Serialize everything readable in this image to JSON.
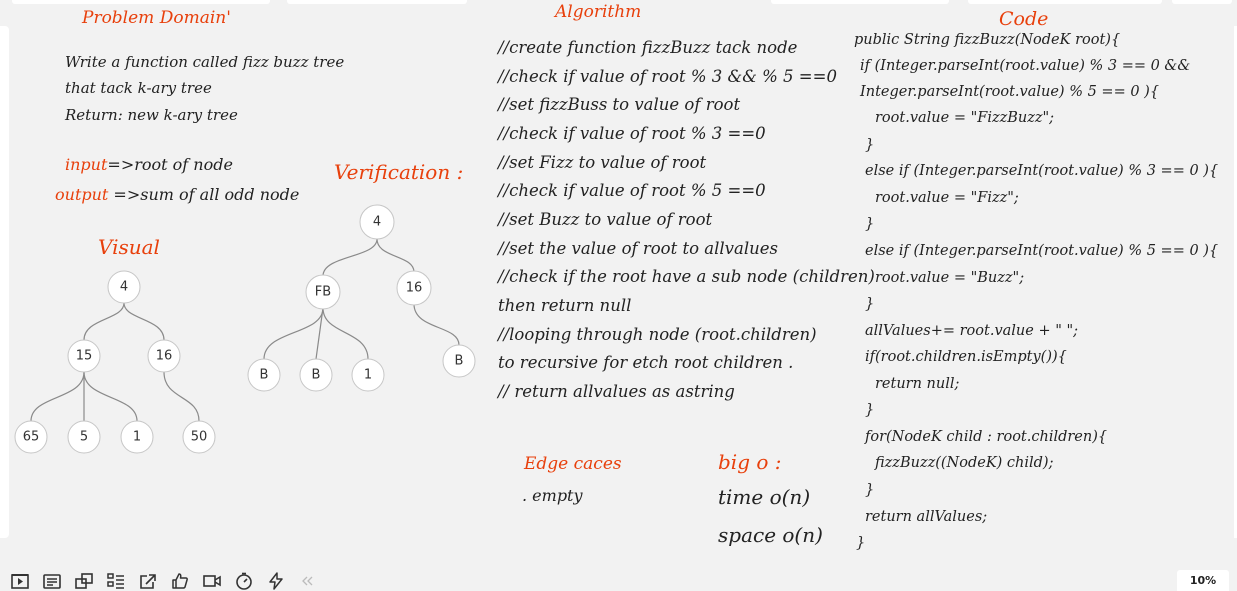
{
  "problem_domain": {
    "heading": "Problem Domain'",
    "lines": [
      "Write a function called fizz buzz tree",
      "that tack k-ary tree",
      "Return: new k-ary tree"
    ],
    "input_label": "input",
    "input_text": "=>root of node",
    "output_label": "output",
    "output_text": " =>sum of all odd node"
  },
  "visual": {
    "heading": "Visual",
    "nodes": [
      "4",
      "15",
      "16",
      "65",
      "5",
      "1",
      "50"
    ]
  },
  "verification": {
    "heading": "Verification :",
    "nodes": [
      "4",
      "FB",
      "16",
      "B",
      "B",
      "1",
      "B"
    ]
  },
  "algorithm": {
    "heading": "Algorithm",
    "lines": [
      "//create function fizzBuzz  tack node",
      "//check if value of root % 3 && % 5 ==0",
      "//set  fizzBuss to value of root",
      " //check if value of root % 3 ==0",
      "//set Fizz to value of root",
      "//check if value of root % 5 ==0",
      "//set Buzz to value of root",
      "//set the value of root to allvalues",
      "//check if the root have a sub node (children)",
      "then return null",
      "//looping through node (root.children)",
      "to recursive for etch root children .",
      "// return allvalues as astring"
    ]
  },
  "edge_cases": {
    "heading": "Edge caces",
    "items": [
      ". empty"
    ]
  },
  "big_o": {
    "heading": "big o :",
    "time": "time o(n)",
    "space": "space o(n)"
  },
  "code": {
    "heading": "Code",
    "lines": [
      "public String fizzBuzz(NodeK root){",
      "if (Integer.parseInt(root.value) % 3 == 0 &&",
      "Integer.parseInt(root.value) % 5 == 0 ){",
      "root.value =  \"FizzBuzz\";",
      "}",
      "else if (Integer.parseInt(root.value) % 3 == 0 ){",
      "root.value =  \"Fizz\";",
      "}",
      "else if (Integer.parseInt(root.value) % 5 == 0 ){",
      "root.value = \"Buzz\";",
      "}",
      "allValues+= root.value + \" \";",
      "if(root.children.isEmpty()){",
      "return null;",
      "}",
      "for(NodeK child : root.children){",
      "fizzBuzz((NodeK) child);",
      "}",
      "return allValues;",
      "}"
    ]
  },
  "toolbar": {
    "icons": [
      "present-icon",
      "list-icon",
      "frames-icon",
      "outline-icon",
      "share-icon",
      "like-icon",
      "video-icon",
      "timer-icon",
      "lightning-icon",
      "collapse-icon"
    ],
    "zoom": "10%"
  },
  "colors": {
    "accent": "#e8400c",
    "canvas": "#f2f2f2"
  }
}
